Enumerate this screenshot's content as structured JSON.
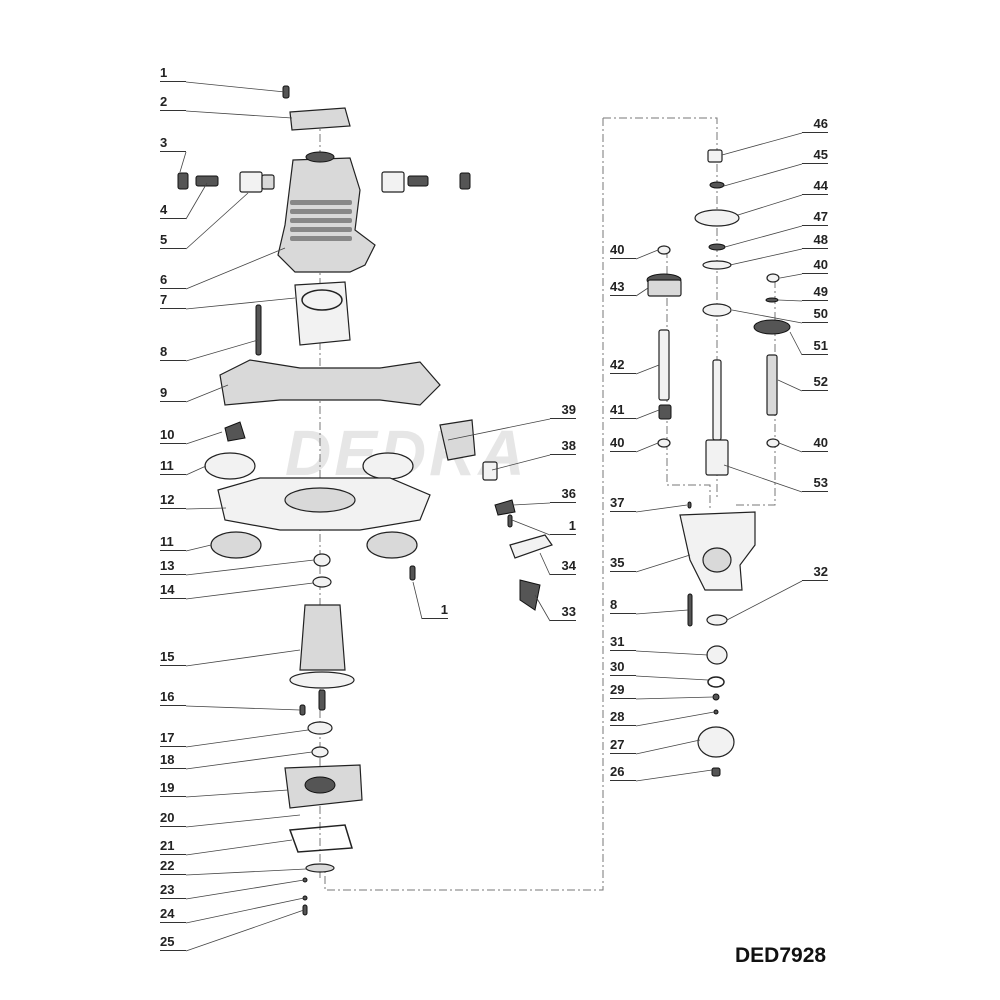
{
  "watermark": "DEDRA",
  "model": "DED7928",
  "labels": [
    "1",
    "2",
    "3",
    "4",
    "5",
    "6",
    "7",
    "8",
    "9",
    "10",
    "11",
    "12",
    "11",
    "13",
    "14",
    "15",
    "16",
    "17",
    "18",
    "19",
    "20",
    "21",
    "22",
    "23",
    "24",
    "25",
    "1",
    "39",
    "38",
    "36",
    "1",
    "34",
    "33",
    "46",
    "45",
    "44",
    "47",
    "48",
    "40",
    "49",
    "50",
    "51",
    "52",
    "40",
    "53",
    "40",
    "43",
    "42",
    "41",
    "40",
    "37",
    "35",
    "8",
    "31",
    "30",
    "29",
    "28",
    "27",
    "26",
    "32"
  ]
}
